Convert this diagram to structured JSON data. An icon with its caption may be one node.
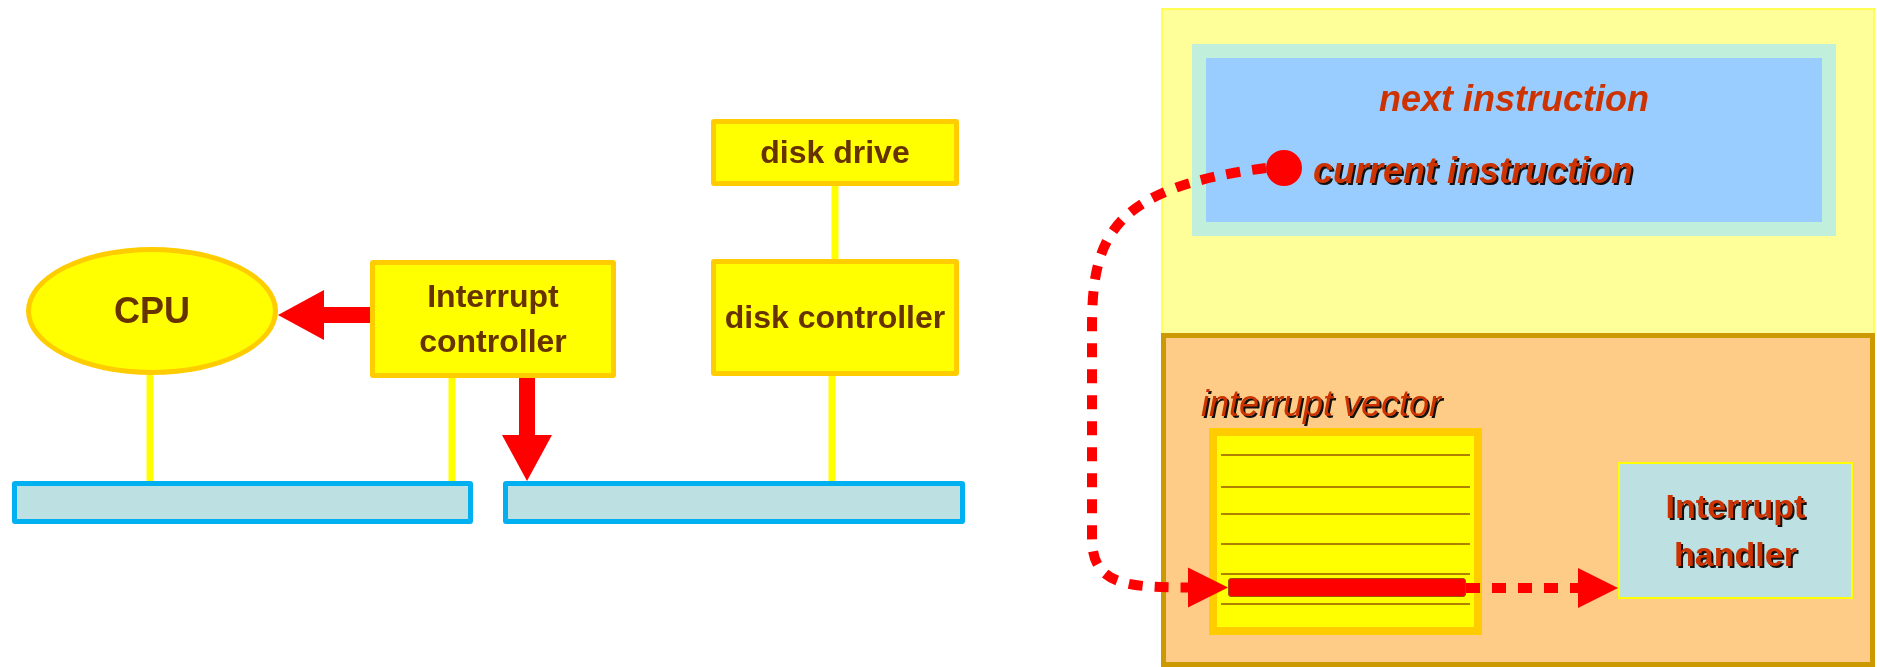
{
  "diagram": {
    "nodes": [
      {
        "text": [
          "CPU"
        ]
      },
      {
        "text": [
          "Interrupt controller"
        ]
      },
      {
        "text": [
          "disk drive"
        ]
      },
      {
        "text": [
          "disk controller"
        ]
      },
      {
        "text": [],
        "shape": "bar"
      },
      {
        "text": [],
        "shape": "bar"
      },
      {
        "text": [],
        "shape": "box"
      },
      {
        "text": [
          "next instruction",
          "current instruction"
        ],
        "in": 6
      },
      {
        "text": [],
        "shape": "circle",
        "in": 7
      },
      {
        "text": [
          "interrupt vector"
        ],
        "in": 6
      },
      {
        "text": [],
        "shape": "box",
        "in": 9
      },
      {
        "text": [],
        "shape": "bar",
        "in": 10
      },
      {
        "text": [
          "Interrupt handler"
        ],
        "in": 9
      }
    ],
    "edges": [
      {
        "from": 1,
        "to": 0,
        "arrow": "to",
        "style": "thick",
        "color": "#ff0000"
      },
      {
        "from": 1,
        "to": 5,
        "arrow": "to",
        "style": "thick",
        "color": "#ff0000"
      },
      {
        "from": 0,
        "to": 4,
        "arrow": "none",
        "color": "#ffff00"
      },
      {
        "from": 1,
        "to": 4,
        "arrow": "none",
        "color": "#ffff00"
      },
      {
        "from": 2,
        "to": 3,
        "arrow": "none",
        "color": "#ffff00"
      },
      {
        "from": 3,
        "to": 5,
        "arrow": "none",
        "color": "#ffff00"
      },
      {
        "from": 8,
        "to": 11,
        "arrow": "to",
        "style": "dashed",
        "color": "#ff0000"
      },
      {
        "from": 11,
        "to": 12,
        "arrow": "to",
        "style": "dashed",
        "color": "#ff0000"
      }
    ]
  }
}
